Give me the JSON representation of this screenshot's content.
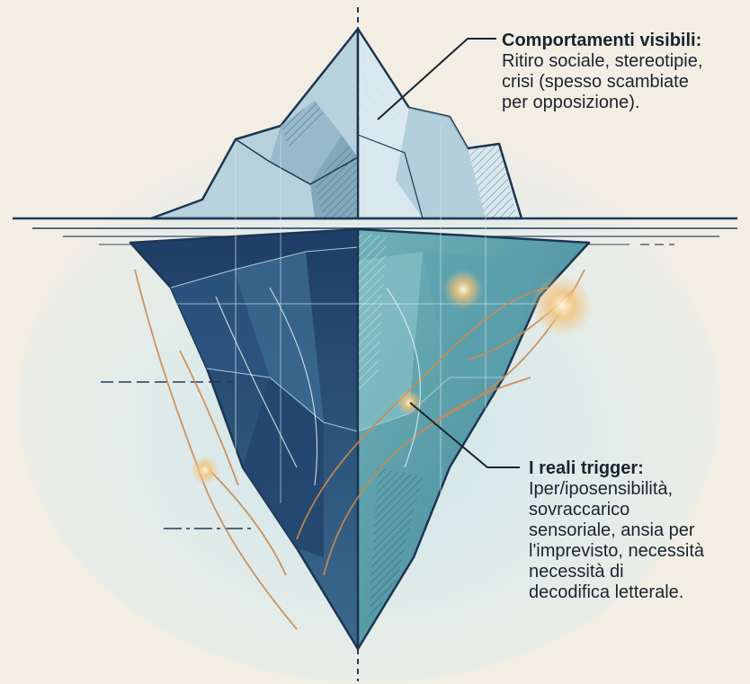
{
  "callouts": {
    "visible": {
      "heading": "Comportamenti visibili:",
      "lines": [
        "Ritiro sociale, stereotipie,",
        "crisi (spesso scambiate",
        "per opposizione)."
      ]
    },
    "triggers": {
      "heading": "I reali trigger:",
      "lines": [
        "Iper/iposensibilità,",
        "sovraccarico",
        "sensoriale, ansia per",
        "l'imprevisto, necessità",
        "necessità di",
        "decodifica letterale."
      ]
    }
  },
  "colors": {
    "background": "#f3eee4",
    "waterline": "#1f3a5a",
    "outline": "#1d3550",
    "ice_light": "#c9dde6",
    "ice_mid": "#8fb3c4",
    "deep_navy": "#2a4a72",
    "teal": "#5fa3ad",
    "orange_thread": "#c98a52"
  }
}
